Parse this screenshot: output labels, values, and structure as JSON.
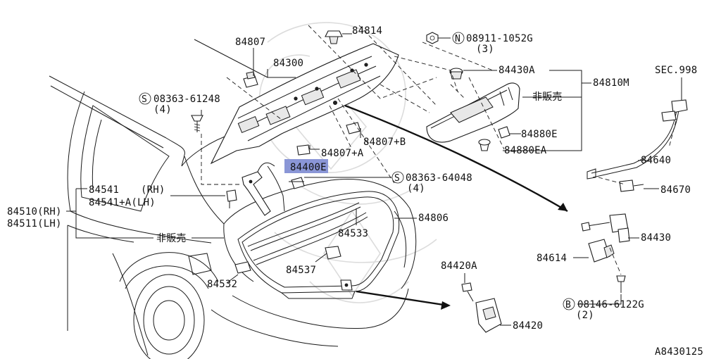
{
  "labels": {
    "p84807": "84807",
    "p84814": "84814",
    "nut_code": "08911-1052G",
    "nut_qty": "(3)",
    "p84300": "84300",
    "p84430a": "84430A",
    "p84810m": "84810M",
    "sec": "SEC.998",
    "not_sold_1": "非販売",
    "screw1_code": "08363-61248",
    "screw1_qty": "(4)",
    "p84807b": "84807+B",
    "p84880e": "84880E",
    "p84880ea": "84880EA",
    "p84807a": "84807+A",
    "p84400e": "84400E",
    "p84640": "84640",
    "screw2_code": "08363-64048",
    "screw2_qty": "(4)",
    "p84670": "84670",
    "p84541": "84541",
    "rh": "(RH)",
    "p84541a": "84541+A(LH)",
    "p84510": "84510(RH)",
    "p84511": "84511(LH)",
    "p84806": "84806",
    "p84533": "84533",
    "p84430": "84430",
    "not_sold_2": "非販売",
    "p84614": "84614",
    "p84537": "84537",
    "p84420a": "84420A",
    "p84532": "84532",
    "bolt_code": "08146-6122G",
    "bolt_qty": "(2)",
    "p84420": "84420",
    "diagram_id": "A8430125"
  },
  "symbols": {
    "s1": "S",
    "s2": "S",
    "n": "N",
    "b": "B"
  },
  "highlight_color": "#8a96d6"
}
